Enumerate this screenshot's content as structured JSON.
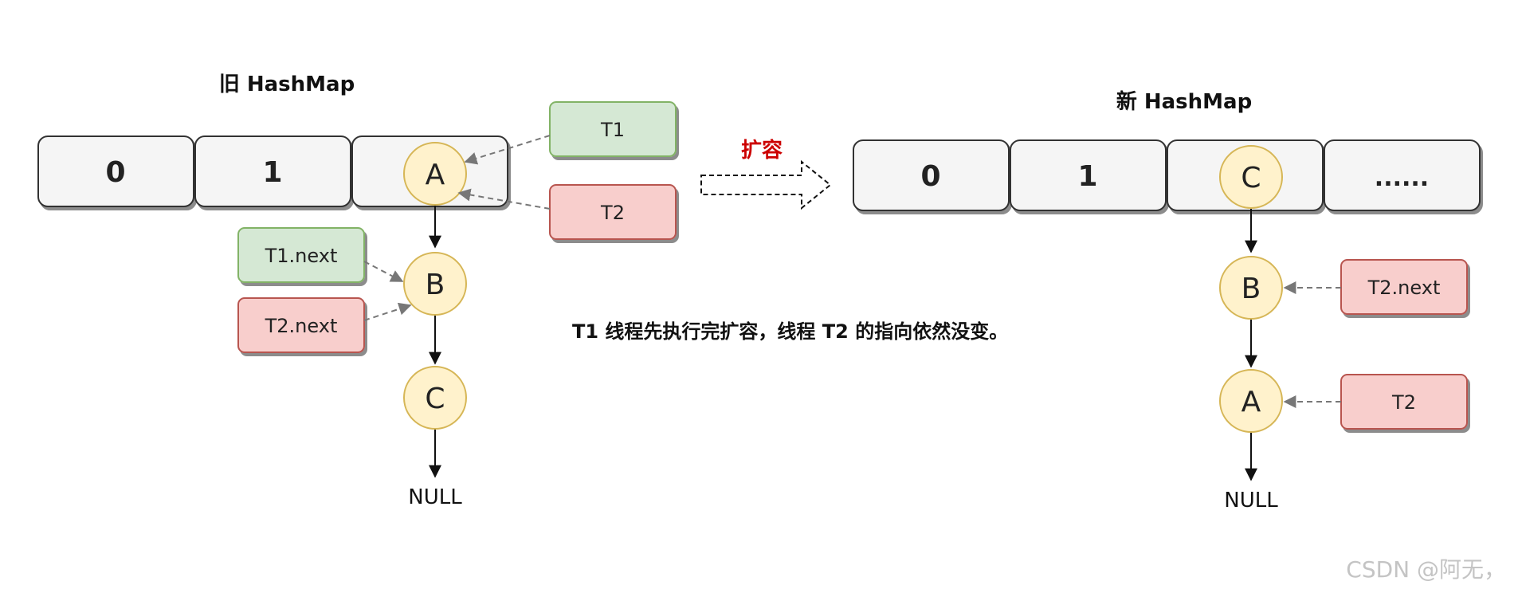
{
  "old_map": {
    "title": "旧 HashMap",
    "cells": [
      "0",
      "1",
      ""
    ],
    "nodes": [
      "A",
      "B",
      "C"
    ],
    "null_label": "NULL",
    "pointers": {
      "t1": "T1",
      "t2": "T2",
      "t1_next": "T1.next",
      "t2_next": "T2.next"
    }
  },
  "expand_label": "扩容",
  "new_map": {
    "title": "新 HashMap",
    "cells": [
      "0",
      "1",
      "",
      "......"
    ],
    "nodes": [
      "C",
      "B",
      "A"
    ],
    "null_label": "NULL",
    "pointers": {
      "t2_next": "T2.next",
      "t2": "T2"
    }
  },
  "caption": "T1 线程先执行完扩容，线程 T2 的指向依然没变。",
  "watermark": "CSDN @阿无，",
  "colors": {
    "cell_fill": "#f5f5f5",
    "node_fill": "#fff2cc",
    "node_stroke": "#d6b656",
    "green_fill": "#d5e8d4",
    "green_stroke": "#82b366",
    "red_fill": "#f8cecc",
    "red_stroke": "#b85450",
    "accent_red": "#cc0000"
  }
}
